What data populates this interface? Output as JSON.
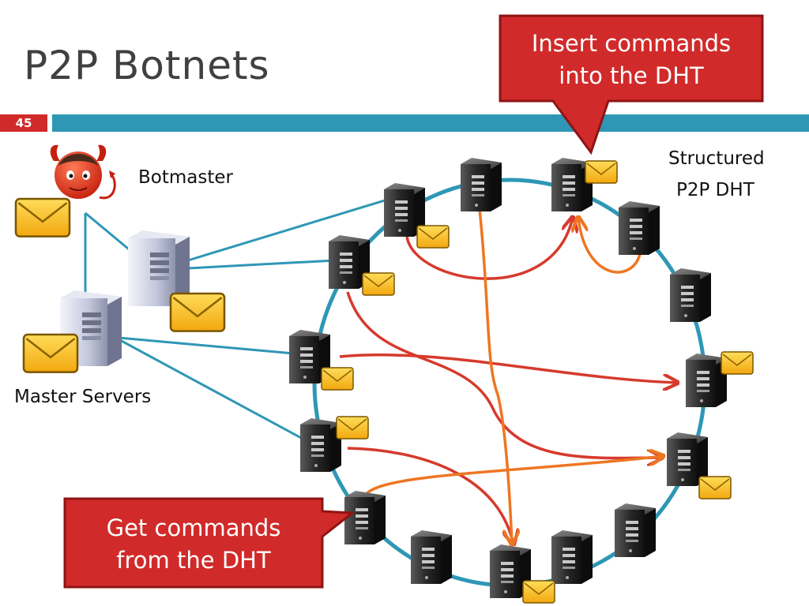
{
  "slide": {
    "title": "P2P Botnets",
    "number": "45"
  },
  "labels": {
    "botmaster": "Botmaster",
    "master_servers": "Master Servers",
    "dht_line1": "Structured",
    "dht_line2": "P2P DHT"
  },
  "callouts": {
    "insert_line1": "Insert commands",
    "insert_line2": "into the DHT",
    "get_line1": "Get commands",
    "get_line2": "from the DHT"
  },
  "colors": {
    "accent_red": "#d12a2a",
    "accent_teal": "#2e97b5",
    "insert_arrow": "#d63a2c",
    "get_arrow": "#ee7623",
    "envelope": "#f7bf1e"
  },
  "icons": [
    "devil-icon",
    "server-icon",
    "envelope-icon"
  ]
}
